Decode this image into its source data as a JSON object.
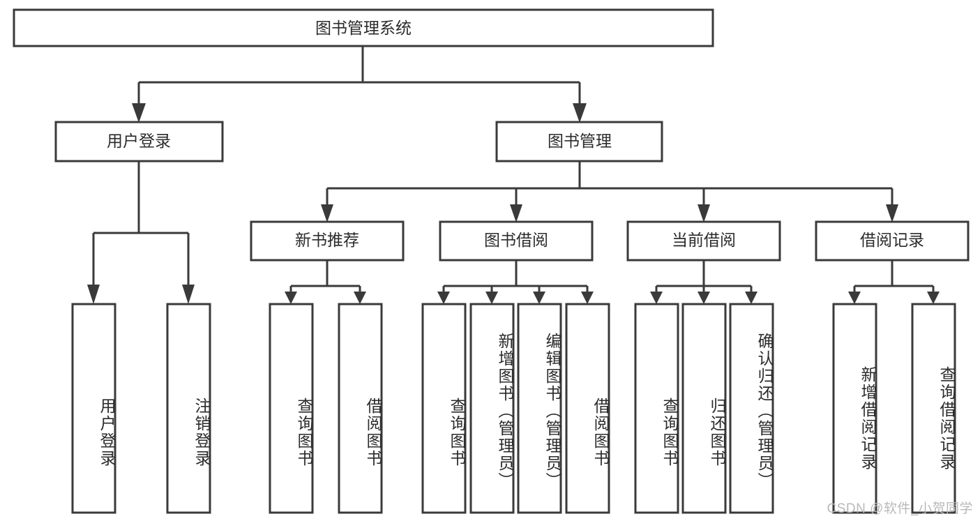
{
  "diagram": {
    "type": "hierarchy-tree",
    "title": "图书管理系统",
    "watermark": "CSDN @软件_小贺同学",
    "colors": {
      "stroke": "#3a3a3a",
      "box_fill": "#ffffff",
      "text": "#2b2b2b",
      "background": "#ffffff",
      "watermark": "#b9b9b9"
    },
    "levels": {
      "root": {
        "label": "图书管理系统"
      },
      "level2": [
        {
          "id": "user-login",
          "label": "用户登录"
        },
        {
          "id": "book-manage",
          "label": "图书管理"
        }
      ],
      "level3": [
        {
          "id": "new-book-recommend",
          "label": "新书推荐",
          "parent": "book-manage"
        },
        {
          "id": "book-borrow",
          "label": "图书借阅",
          "parent": "book-manage"
        },
        {
          "id": "current-borrow",
          "label": "当前借阅",
          "parent": "book-manage"
        },
        {
          "id": "borrow-record",
          "label": "借阅记录",
          "parent": "book-manage"
        }
      ],
      "leaves": [
        {
          "id": "leaf-user-login",
          "label": "用户登录",
          "parent": "user-login"
        },
        {
          "id": "leaf-logout-login",
          "label": "注销登录",
          "parent": "user-login"
        },
        {
          "id": "leaf-query-book-1",
          "label": "查询图书",
          "parent": "new-book-recommend"
        },
        {
          "id": "leaf-borrow-book-1",
          "label": "借阅图书",
          "parent": "new-book-recommend"
        },
        {
          "id": "leaf-query-book-2",
          "label": "查询图书",
          "parent": "book-borrow"
        },
        {
          "id": "leaf-add-book",
          "label": "新增图书（管理员）",
          "parent": "book-borrow"
        },
        {
          "id": "leaf-edit-book",
          "label": "编辑图书（管理员）",
          "parent": "book-borrow"
        },
        {
          "id": "leaf-borrow-book-2",
          "label": "借阅图书",
          "parent": "book-borrow"
        },
        {
          "id": "leaf-query-book-3",
          "label": "查询图书",
          "parent": "current-borrow"
        },
        {
          "id": "leaf-return-book",
          "label": "归还图书",
          "parent": "current-borrow"
        },
        {
          "id": "leaf-confirm-return",
          "label": "确认归还（管理员）",
          "parent": "current-borrow"
        },
        {
          "id": "leaf-add-record",
          "label": "新增借阅记录",
          "parent": "borrow-record"
        },
        {
          "id": "leaf-query-record",
          "label": "查询借阅记录",
          "parent": "borrow-record"
        }
      ]
    }
  }
}
